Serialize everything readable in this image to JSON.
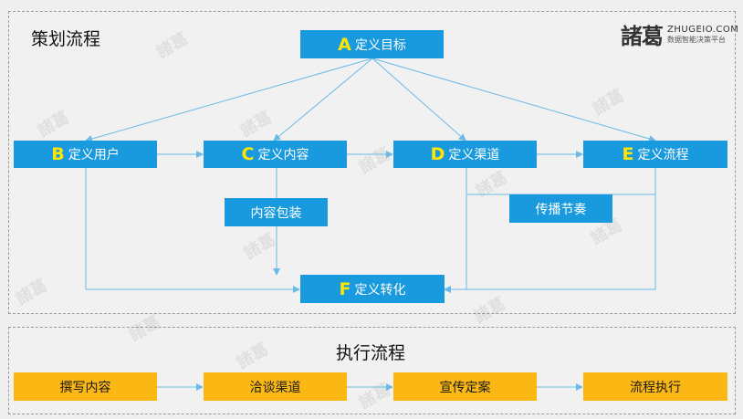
{
  "logo": {
    "brand_cn": "諸葛",
    "brand_en": "ZHUGEIO.COM",
    "tagline": "数据智能决策平台"
  },
  "planning": {
    "title": "策划流程",
    "nodes": {
      "a": {
        "letter": "A",
        "label": "定义目标"
      },
      "b": {
        "letter": "B",
        "label": "定义用户"
      },
      "c": {
        "letter": "C",
        "label": "定义内容"
      },
      "d": {
        "letter": "D",
        "label": "定义渠道"
      },
      "e": {
        "letter": "E",
        "label": "定义流程"
      },
      "f": {
        "letter": "F",
        "label": "定义转化"
      },
      "packaging": {
        "label": "内容包装"
      },
      "rhythm": {
        "label": "传播节奏"
      }
    }
  },
  "execution": {
    "title": "执行流程",
    "steps": [
      {
        "label": "撰写内容"
      },
      {
        "label": "洽谈渠道"
      },
      {
        "label": "宣传定案"
      },
      {
        "label": "流程执行"
      }
    ]
  },
  "colors": {
    "node_blue": "#1a9ade",
    "node_yellow": "#fbb714",
    "letter_yellow": "#ffe500",
    "line_blue": "#6cb9e8"
  }
}
